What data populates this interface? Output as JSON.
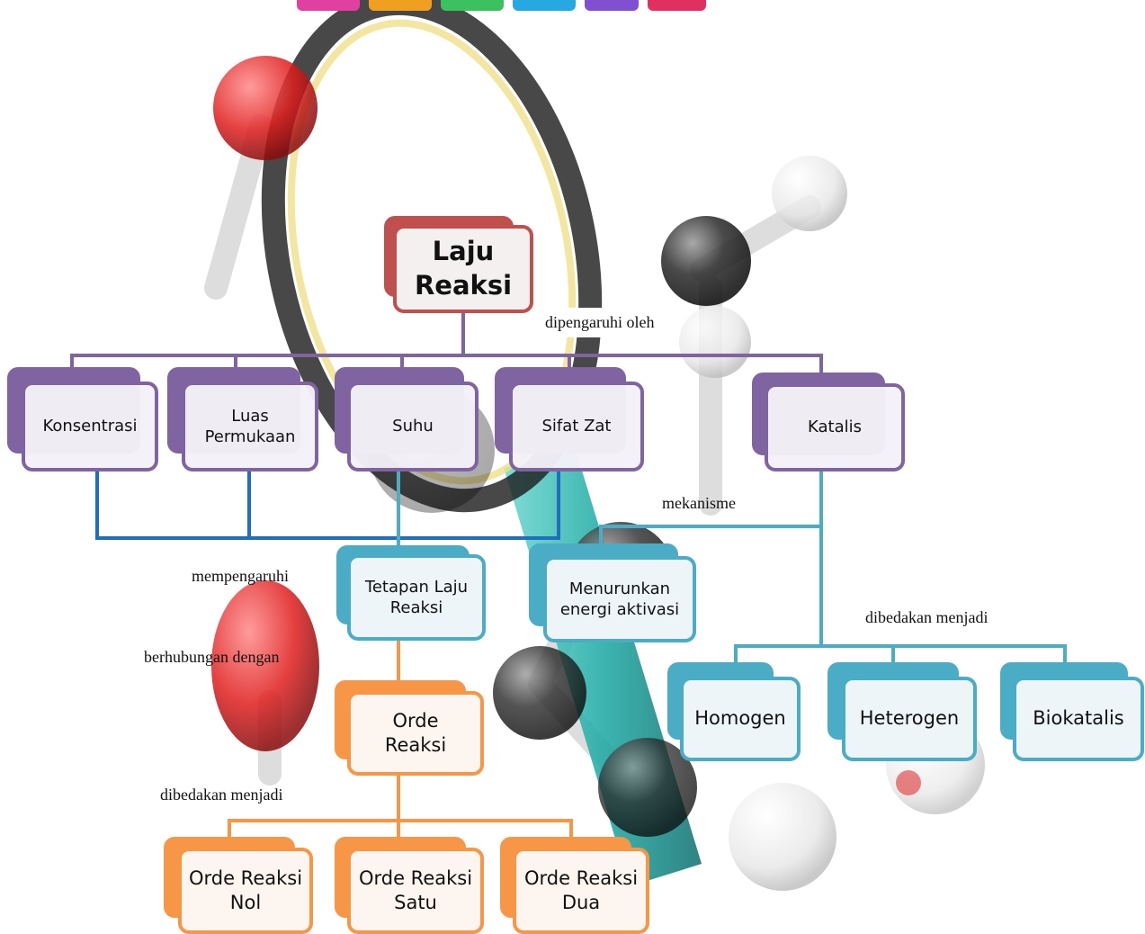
{
  "diagram": {
    "root": {
      "label": "Laju Reaksi"
    },
    "edge_labels": {
      "root_to_factors": "dipengaruhi oleh",
      "catalyst_mechanism": "mekanisme",
      "catalyst_types": "dibedakan menjadi",
      "factors_affect": "mempengaruhi",
      "constant_relation": "berhubungan dengan",
      "order_types": "dibedakan menjadi"
    },
    "factors": [
      {
        "label": "Konsentrasi"
      },
      {
        "label": "Luas Permukaan"
      },
      {
        "label": "Suhu"
      },
      {
        "label": "Sifat Zat"
      },
      {
        "label": "Katalis"
      }
    ],
    "rate_constant": {
      "label": "Tetapan Laju Reaksi"
    },
    "reaction_order": {
      "label": "Orde Reaksi"
    },
    "order_types": [
      {
        "label": "Orde Reaksi Nol"
      },
      {
        "label": "Orde Reaksi Satu"
      },
      {
        "label": "Orde Reaksi Dua"
      }
    ],
    "catalyst_mechanism": {
      "label": "Menurunkan energi aktivasi"
    },
    "catalyst_types": [
      {
        "label": "Homogen"
      },
      {
        "label": "Heterogen"
      },
      {
        "label": "Biokatalis"
      }
    ]
  },
  "colors": {
    "root": "#c0504d",
    "factors": "#8064a2",
    "teal": "#4bacc6",
    "orange": "#f79646",
    "blue_connector": "#1f6fbf"
  }
}
